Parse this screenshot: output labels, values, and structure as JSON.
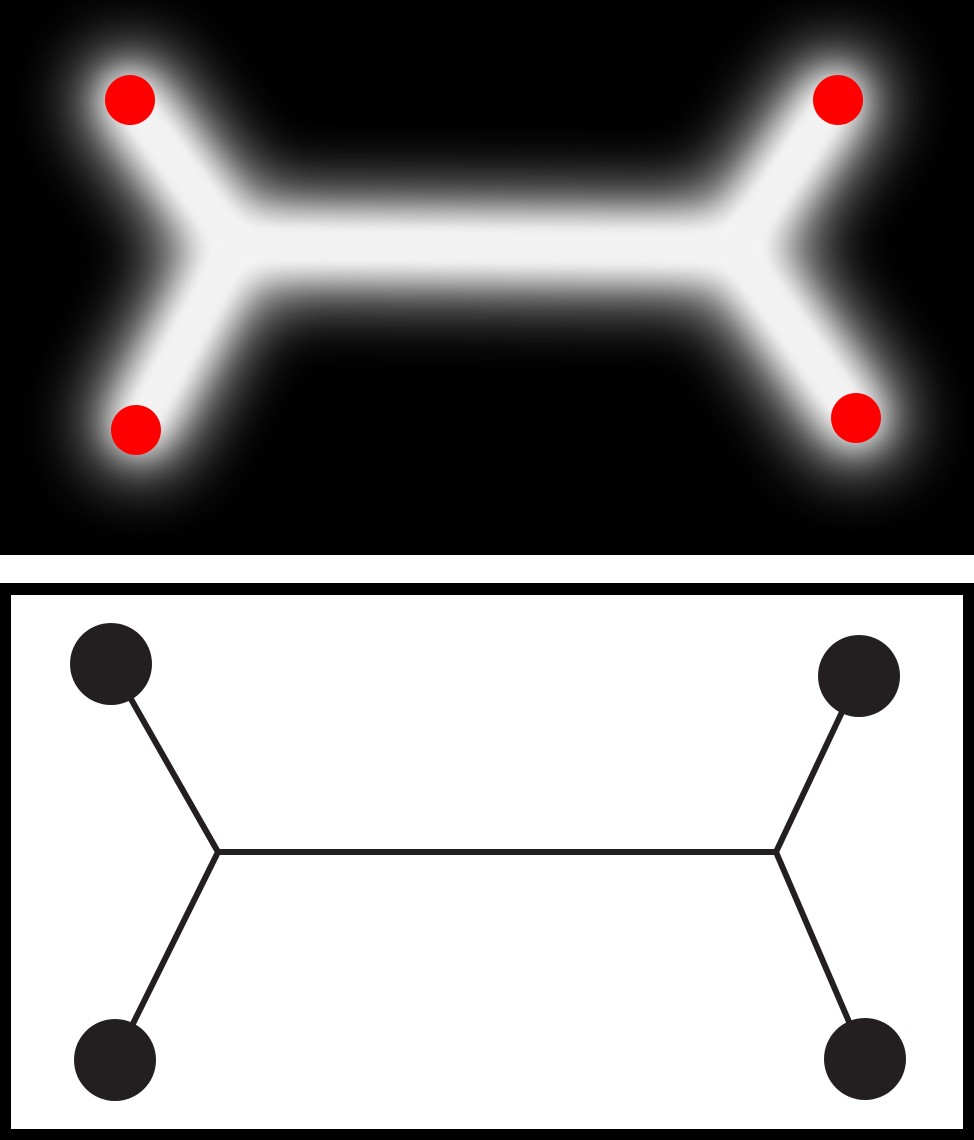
{
  "figure": {
    "top_panel": {
      "kind": "heatmap-skeleton",
      "background_color": "#000000",
      "glow_color": "#ffffff",
      "endpoint_color": "#ff0000",
      "endpoint_count": 4
    },
    "bottom_panel": {
      "kind": "graph-diagram",
      "background_color": "#ffffff",
      "frame_color": "#000000",
      "edge_color": "#231f20",
      "node_color": "#231f20",
      "node_count": 4,
      "junction_count": 2,
      "edge_count": 5
    }
  }
}
